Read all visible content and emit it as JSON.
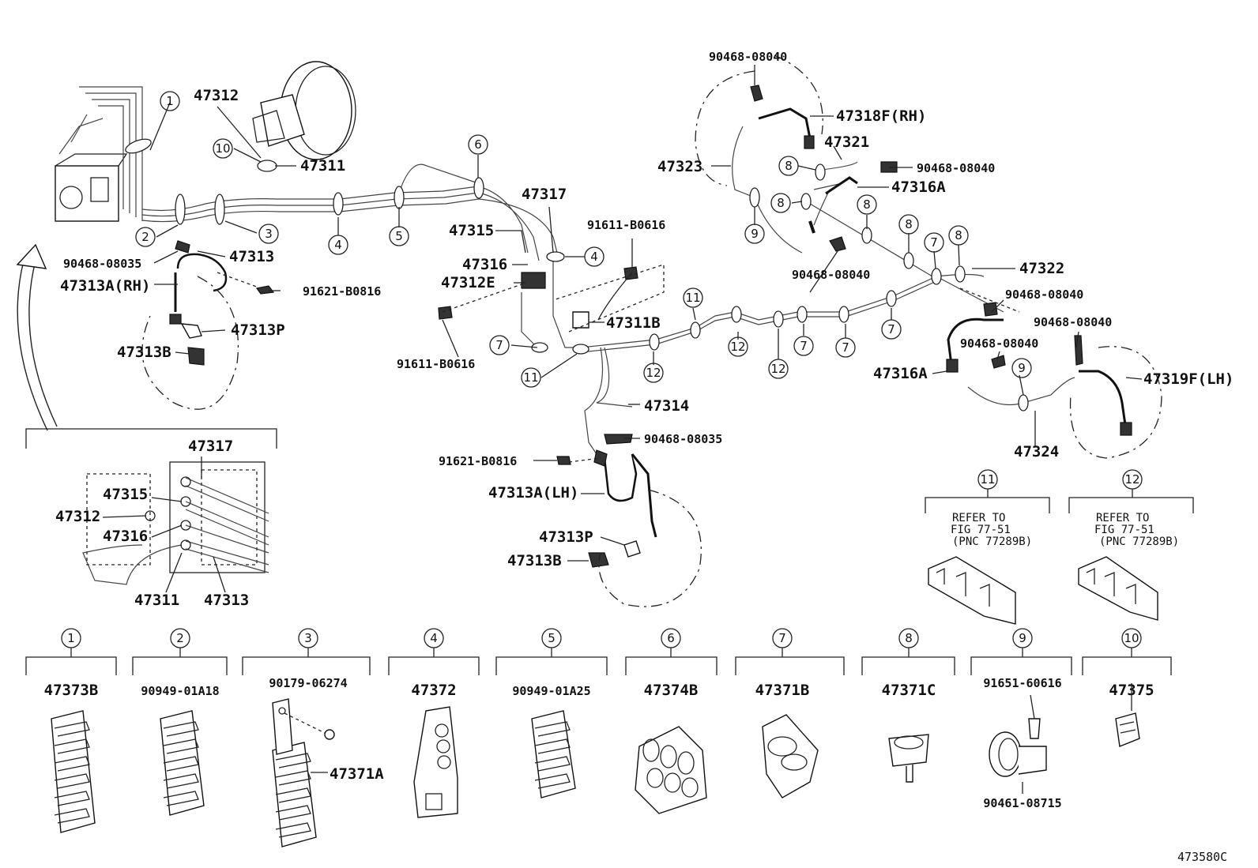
{
  "figure_code": "473580C",
  "labels": {
    "p47312": "47312",
    "p47311": "47311",
    "p90468_08035_a": "90468-08035",
    "p47313": "47313",
    "p47313a_rh": "47313A(RH)",
    "p91621_b0816_a": "91621-B0816",
    "p47313p_a": "47313P",
    "p47313b_a": "47313B",
    "p47317": "47317",
    "p47315": "47315",
    "p47316": "47316",
    "p47312e": "47312E",
    "p91611_b0616_a": "91611-B0616",
    "p91611_b0616_b": "91611-B0616",
    "p47311b": "47311B",
    "p47314": "47314",
    "p90468_08035_b": "90468-08035",
    "p91621_b0816_b": "91621-B0816",
    "p47313a_lh": "47313A(LH)",
    "p47313p_b": "47313P",
    "p47313b_b": "47313B",
    "p90468_08040_a": "90468-08040",
    "p47318f": "47318F(RH)",
    "p47321": "47321",
    "p47323": "47323",
    "p90468_08040_b": "90468-08040",
    "p47316a_a": "47316A",
    "p90468_08040_c": "90468-08040",
    "p47322": "47322",
    "p90468_08040_d": "90468-08040",
    "p90468_08040_e": "90468-08040",
    "p90468_08040_f": "90468-08040",
    "p47316a_b": "47316A",
    "p47319f": "47319F(LH)",
    "p47324": "47324"
  },
  "inset": {
    "p47317": "47317",
    "p47315": "47315",
    "p47312": "47312",
    "p47316": "47316",
    "p47311": "47311",
    "p47313": "47313"
  },
  "refer_boxes": [
    {
      "num": "11",
      "line1": "REFER TO",
      "line2": "FIG 77-51",
      "line3": "(PNC 77289B)"
    },
    {
      "num": "12",
      "line1": "REFER TO",
      "line2": "FIG 77-51",
      "line3": "(PNC 77289B)"
    }
  ],
  "clamp_legend": [
    {
      "num": "1",
      "part": "47373B"
    },
    {
      "num": "2",
      "part": "90949-01A18"
    },
    {
      "num": "3",
      "part": "90179-06274",
      "sub": "47371A"
    },
    {
      "num": "4",
      "part": "47372"
    },
    {
      "num": "5",
      "part": "90949-01A25"
    },
    {
      "num": "6",
      "part": "47374B"
    },
    {
      "num": "7",
      "part": "47371B"
    },
    {
      "num": "8",
      "part": "47371C"
    },
    {
      "num": "9",
      "part": "91651-60616",
      "sub": "90461-08715"
    },
    {
      "num": "10",
      "part": "47375"
    }
  ],
  "callouts": [
    "1",
    "2",
    "3",
    "4",
    "5",
    "6",
    "4",
    "7",
    "11",
    "12",
    "11",
    "12",
    "7",
    "12",
    "7",
    "7",
    "7",
    "8",
    "8",
    "8",
    "8",
    "8",
    "8",
    "9",
    "9",
    "10",
    "12"
  ]
}
